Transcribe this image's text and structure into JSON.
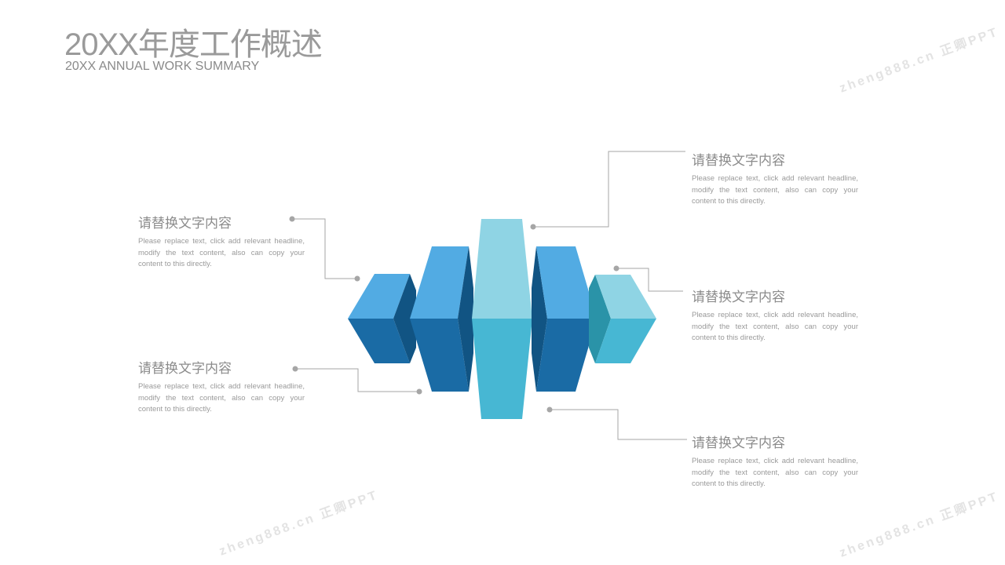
{
  "header": {
    "title": "20XX年度工作概述",
    "subtitle": "20XX ANNUAL WORK SUMMARY"
  },
  "items": [
    {
      "title": "请替换文字内容",
      "body": "Please replace text, click add relevant headline, modify the text content, also can copy your content to this directly."
    },
    {
      "title": "请替换文字内容",
      "body": "Please replace text, click add relevant headline, modify the text content, also can copy your content to this directly."
    },
    {
      "title": "请替换文字内容",
      "body": "Please replace text, click add relevant headline, modify the text content, also can copy your content to this directly."
    },
    {
      "title": "请替换文字内容",
      "body": "Please replace text, click add relevant headline, modify the text content, also can copy your content to this directly."
    },
    {
      "title": "请替换文字内容",
      "body": "Please replace text, click add relevant headline, modify the text content, also can copy your content to this directly."
    }
  ],
  "watermark": "zheng888.cn 正卿PPT",
  "colors": {
    "light_blue": "#52ABE3",
    "blue": "#1A6BA5",
    "dark_blue": "#115483",
    "light_cyan": "#8FD4E4",
    "cyan": "#47B7D3",
    "teal": "#2A93A8",
    "line": "#a6a6a6"
  }
}
